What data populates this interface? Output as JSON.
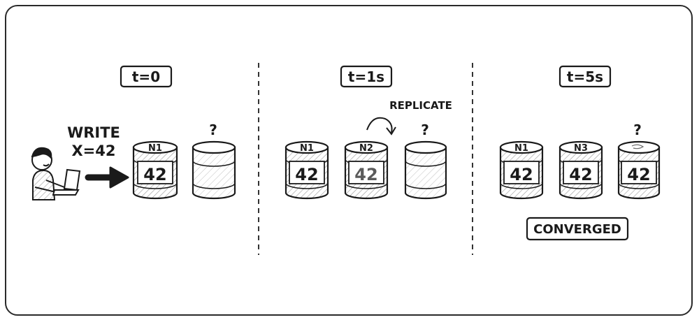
{
  "panels": [
    {
      "label": "t=0",
      "nodes": [
        {
          "name": "N1",
          "value": "42"
        },
        {
          "name": "",
          "value": "",
          "badge": "?"
        }
      ]
    },
    {
      "label": "t=1s",
      "nodes": [
        {
          "name": "N1",
          "value": "42"
        },
        {
          "name": "N2",
          "value": "42"
        },
        {
          "name": "",
          "value": "",
          "badge": "?"
        }
      ],
      "annotation": "REPLICATE"
    },
    {
      "label": "t=5s",
      "nodes": [
        {
          "name": "N1",
          "value": "42"
        },
        {
          "name": "N3",
          "value": "42"
        },
        {
          "name": "",
          "value": "42",
          "badge": "?"
        }
      ],
      "status": "CONVERGED"
    }
  ],
  "client": {
    "action_line1": "WRITE",
    "action_line2": "X=42"
  },
  "colors": {
    "ink": "#1a1a1a",
    "hatch": "#9a9a9a",
    "faded_value": "#5a5a5a"
  }
}
